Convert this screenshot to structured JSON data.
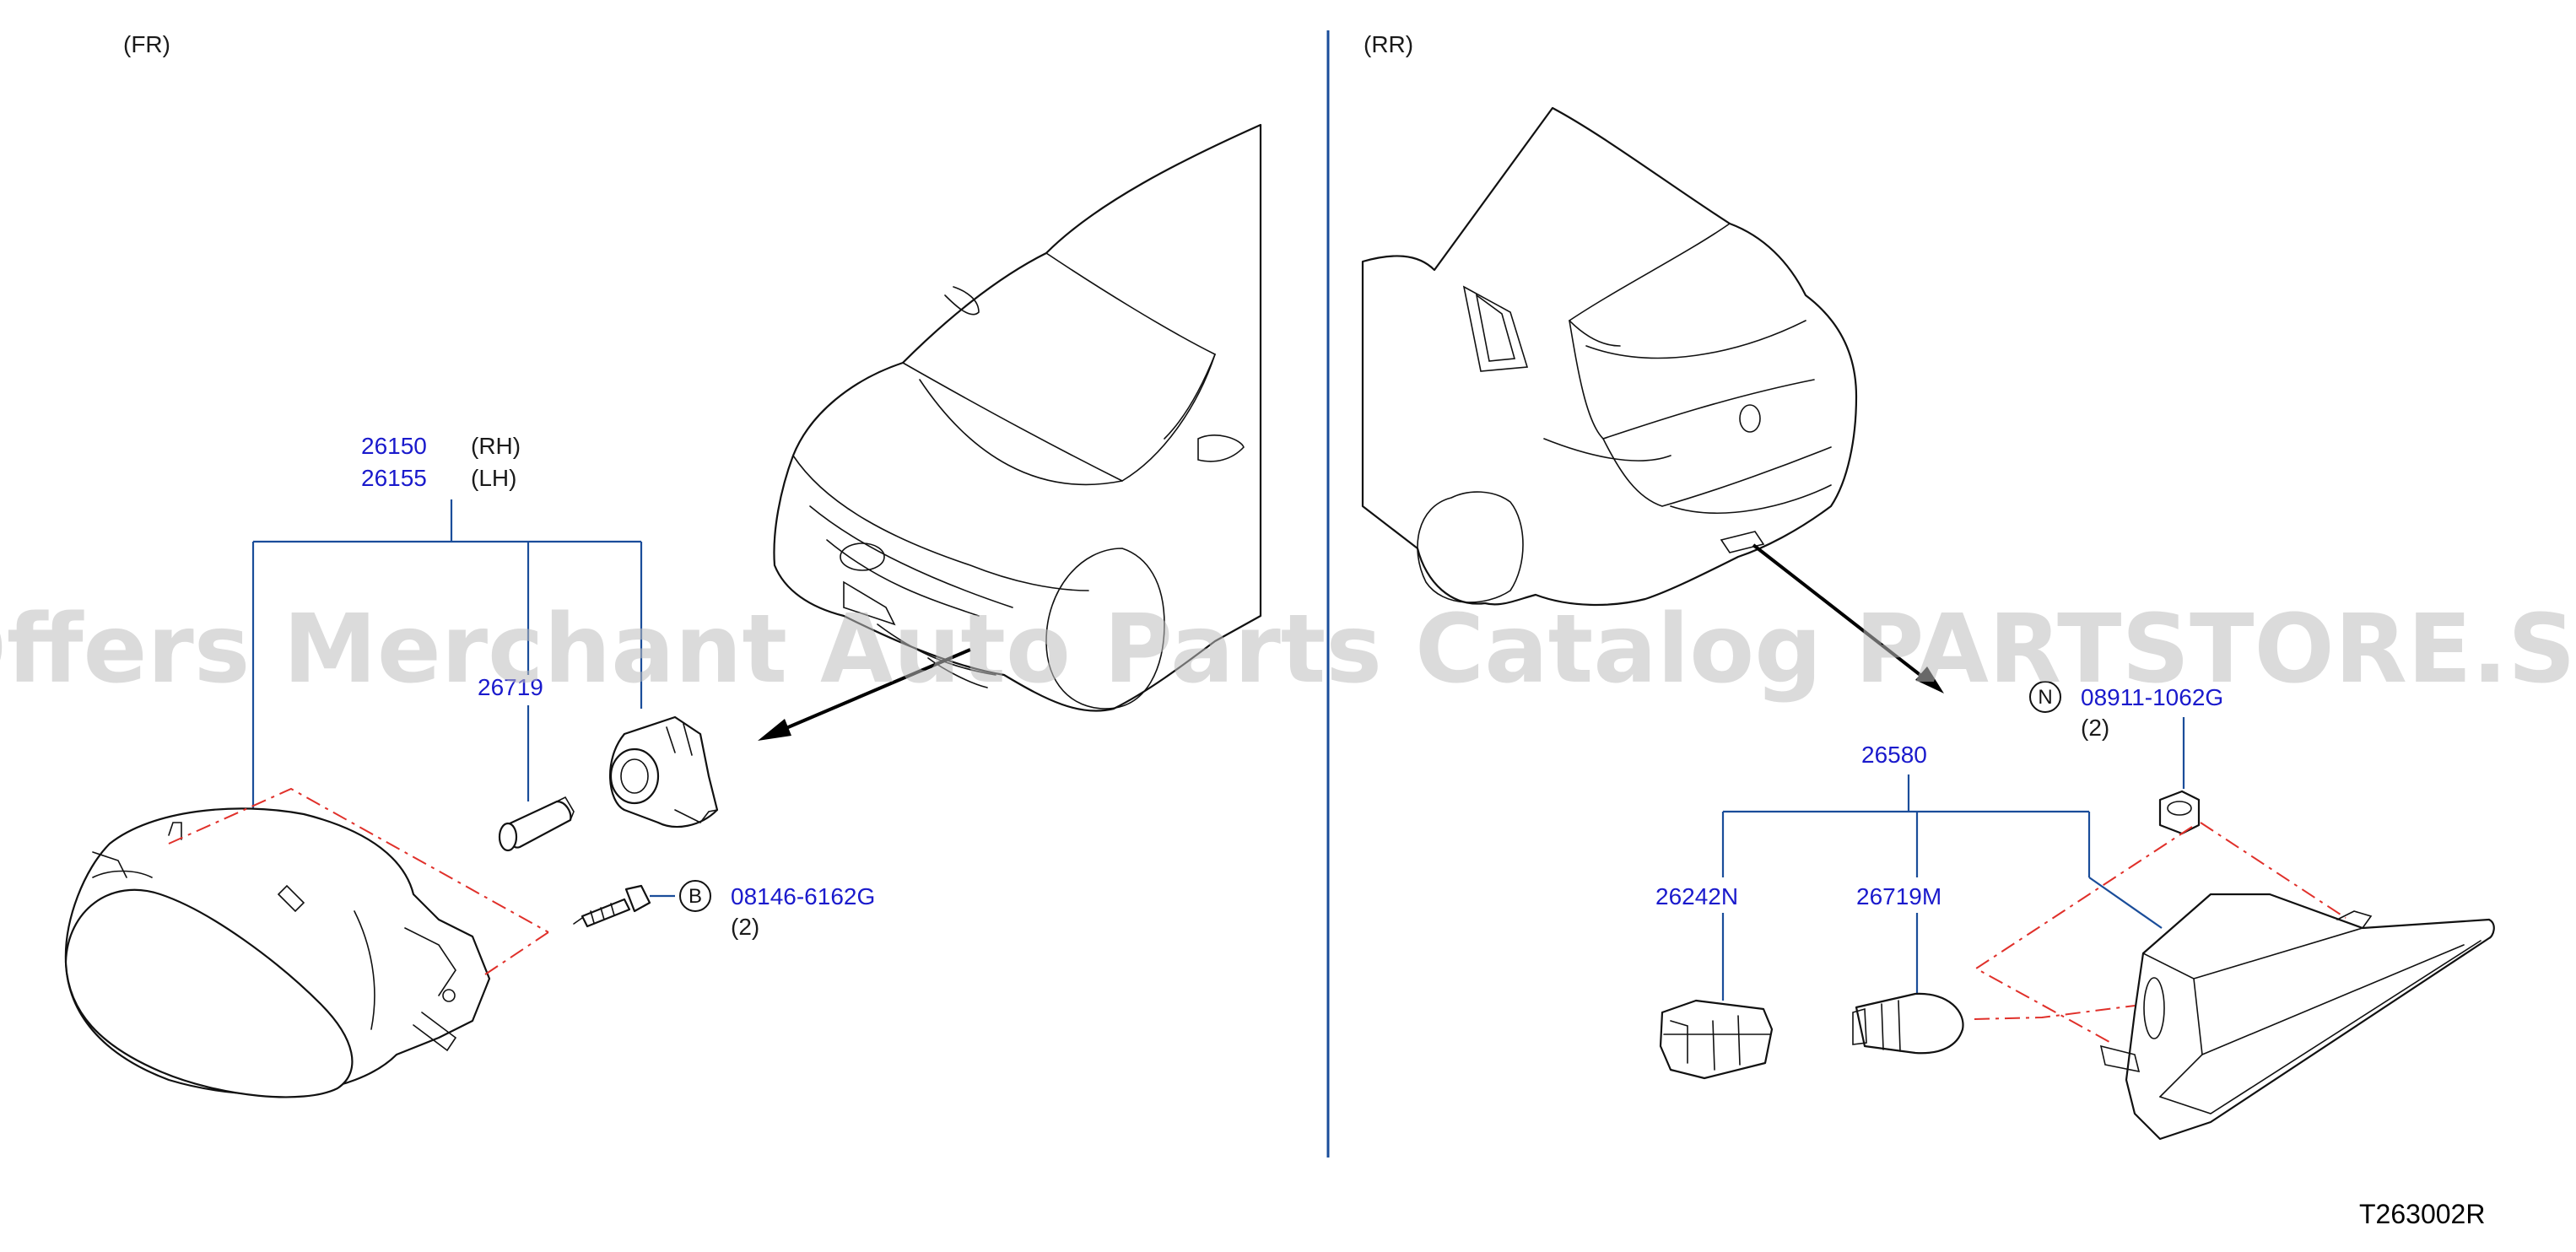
{
  "sections": {
    "front": "(FR)",
    "rear": "(RR)"
  },
  "front": {
    "part_rh": "26150",
    "side_rh": "(RH)",
    "part_lh": "26155",
    "side_lh": "(LH)",
    "bulb": "26719",
    "screw": "08146-6162G",
    "screw_badge": "B",
    "screw_qty": "(2)"
  },
  "rear": {
    "assembly": "26580",
    "socket": "26242N",
    "bulb": "26719M",
    "nut": "08911-1062G",
    "nut_badge": "N",
    "nut_qty": "(2)"
  },
  "watermark": "Offers Merchant Auto Parts Catalog PARTSTORE.SA",
  "figure_code": "T263002R",
  "colors": {
    "part_number": "#1a1acc",
    "leader": "#1a4d9a",
    "phantom": "#e0302a"
  }
}
